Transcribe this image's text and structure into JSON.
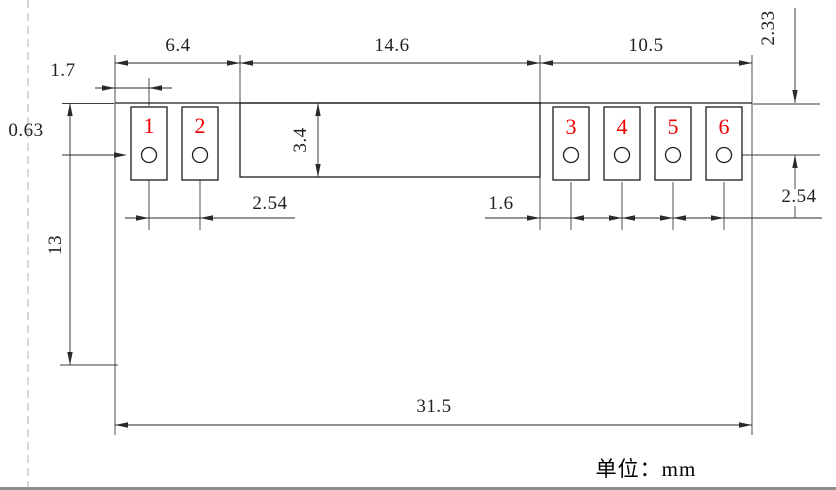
{
  "drawing": {
    "unit_note": "单位：mm",
    "colors": {
      "line": "#1c1c1c",
      "dim_text": "#222222",
      "pin_number": "#ee0000",
      "centerline": "#bfbfbf"
    },
    "dims": {
      "w_left": "6.4",
      "w_mid": "14.6",
      "w_right": "10.5",
      "pin1_from_edge": "1.7",
      "pad_inset": "0.63",
      "height": "13",
      "mid_height": "3.4",
      "pitch_left": "2.54",
      "lead_in": "1.6",
      "pitch_right": "2.54",
      "hole_from_top": "2.33",
      "total_width": "31.5"
    },
    "pins": [
      "1",
      "2",
      "3",
      "4",
      "5",
      "6"
    ]
  }
}
